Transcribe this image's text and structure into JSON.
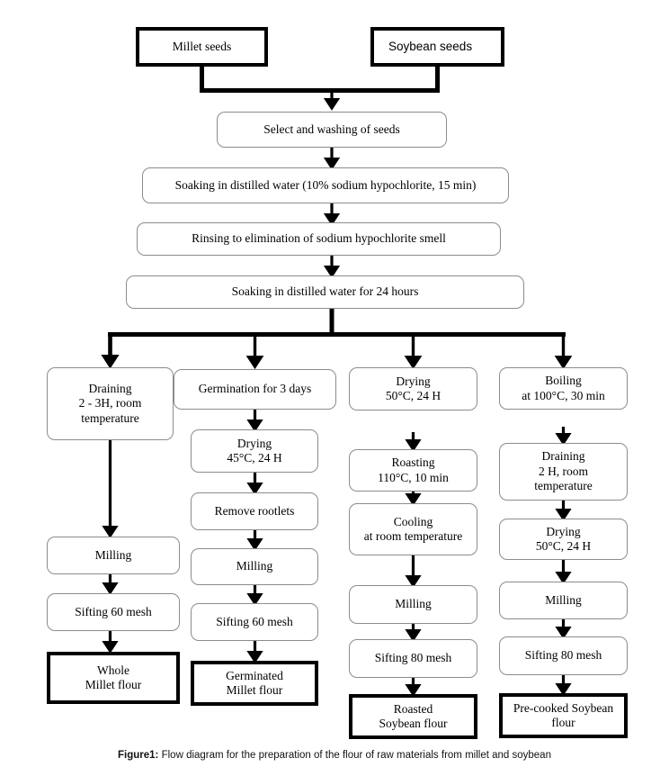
{
  "figure": {
    "label": "Figure1:",
    "caption": "Flow diagram for the preparation of the flour of raw materials from millet and soybean"
  },
  "inputs": [
    {
      "id": "millet-seeds",
      "text": "Millet seeds"
    },
    {
      "id": "soybean-seeds",
      "text": "Soybean seeds"
    }
  ],
  "common_steps": [
    {
      "id": "select-washing",
      "text": "Select and washing of seeds"
    },
    {
      "id": "soaking-hypochlorite",
      "text": "Soaking in distilled water (10% sodium hypochlorite, 15 min)"
    },
    {
      "id": "rinsing",
      "text": "Rinsing to elimination of sodium hypochlorite smell"
    },
    {
      "id": "soaking-24h",
      "text": "Soaking in distilled water for 24 hours"
    }
  ],
  "branches": [
    {
      "id": "branch-whole-millet",
      "steps": [
        {
          "id": "draining-2-3h",
          "text": "Draining\n2 - 3H, room\ntemperature"
        },
        {
          "id": "milling-1",
          "text": "Milling"
        },
        {
          "id": "sifting-60-mesh-1",
          "text": "Sifting 60 mesh"
        }
      ],
      "output": {
        "id": "whole-millet-flour",
        "text": "Whole\nMillet flour"
      }
    },
    {
      "id": "branch-germinated-millet",
      "steps": [
        {
          "id": "germination-3-days",
          "text": "Germination for 3 days"
        },
        {
          "id": "drying-45c",
          "text": "Drying\n45°C, 24 H"
        },
        {
          "id": "remove-rootlets",
          "text": "Remove rootlets"
        },
        {
          "id": "milling-2",
          "text": "Milling"
        },
        {
          "id": "sifting-60-mesh-2",
          "text": "Sifting 60 mesh"
        }
      ],
      "output": {
        "id": "germinated-millet-flour",
        "text": "Germinated\nMillet flour"
      }
    },
    {
      "id": "branch-roasted-soybean",
      "steps": [
        {
          "id": "drying-50c-1",
          "text": "Drying\n50°C, 24 H"
        },
        {
          "id": "roasting-110c",
          "text": "Roasting\n110°C, 10 min"
        },
        {
          "id": "cooling-room-temp",
          "text": "Cooling\nat room temperature"
        },
        {
          "id": "milling-3",
          "text": "Milling"
        },
        {
          "id": "sifting-80-mesh-1",
          "text": "Sifting 80 mesh"
        }
      ],
      "output": {
        "id": "roasted-soybean-flour",
        "text": "Roasted\nSoybean flour"
      }
    },
    {
      "id": "branch-precooked-soybean",
      "steps": [
        {
          "id": "boiling-100c",
          "text": "Boiling\nat 100°C, 30 min"
        },
        {
          "id": "draining-2h",
          "text": "Draining\n2 H, room\ntemperature"
        },
        {
          "id": "drying-50c-2",
          "text": "Drying\n50°C, 24 H"
        },
        {
          "id": "milling-4",
          "text": "Milling"
        },
        {
          "id": "sifting-80-mesh-2",
          "text": "Sifting 80 mesh"
        }
      ],
      "output": {
        "id": "pre-cooked-soybean-flour",
        "text": "Pre-cooked Soybean\nflour"
      }
    }
  ],
  "colors": {
    "process_border": "#8c8c8c",
    "terminator_border": "#000000",
    "connector": "#000000",
    "background": "#ffffff"
  }
}
